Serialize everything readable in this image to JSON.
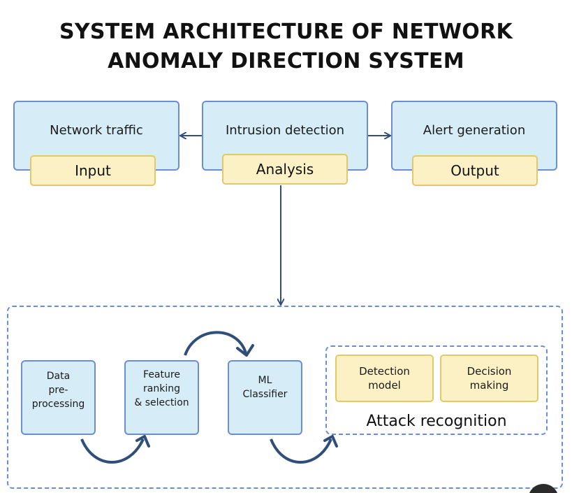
{
  "title": {
    "line1": "SYSTEM ARCHITECTURE OF NETWORK",
    "line2": "ANOMALY DIRECTION SYSTEM"
  },
  "top_row": {
    "input": {
      "label": "Network traffic",
      "tag": "Input"
    },
    "analysis": {
      "label": "Intrusion detection",
      "tag": "Analysis"
    },
    "output": {
      "label": "Alert generation",
      "tag": "Output"
    }
  },
  "pipeline": {
    "data_preprocessing": "Data\npre-\nprocessing",
    "feature_ranking": "Feature\nranking\n& selection",
    "ml_classifier": "ML\nClassifier"
  },
  "attack_recognition": {
    "label": "Attack recognition",
    "detection_model": "Detection\nmodel",
    "decision_making": "Decision\nmaking"
  },
  "colors": {
    "box_fill": "#d6edf8",
    "box_border": "#6a8ed6",
    "tag_fill": "#fbf1c4",
    "tag_border": "#e2c868",
    "arrow": "#2f4f7a"
  }
}
